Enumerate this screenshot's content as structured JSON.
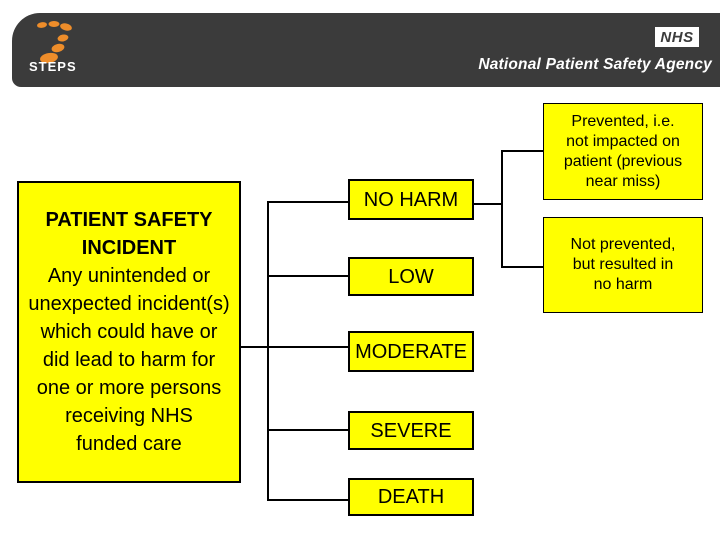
{
  "header": {
    "steps_label": "STEPS",
    "nhs_logo_text": "NHS",
    "agency_name": "National Patient Safety Agency"
  },
  "flowchart": {
    "root_box": {
      "title": "PATIENT SAFETY\nINCIDENT",
      "body": "Any unintended or\nunexpected incident(s)\nwhich could have or\ndid lead to harm for\none or more persons\nreceiving NHS\nfunded care"
    },
    "severity_labels": [
      "NO HARM",
      "LOW",
      "MODERATE",
      "SEVERE",
      "DEATH"
    ],
    "outcome_labels": [
      "Prevented, i.e.\nnot impacted on\npatient (previous\nnear miss)",
      "Not prevented,\nbut resulted in\nno harm"
    ]
  },
  "colors": {
    "box_fill": "#ffff00",
    "box_border": "#000000",
    "header_background": "#3b3b3b",
    "logo_orange": "#ee8d2a",
    "text": "#000000"
  }
}
